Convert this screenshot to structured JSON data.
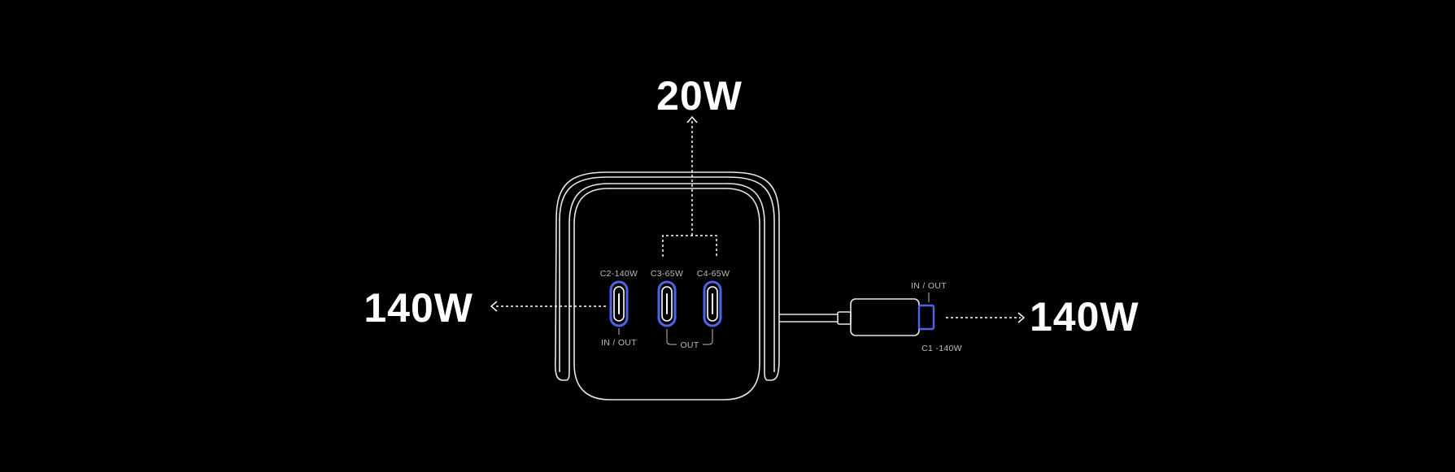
{
  "labels": {
    "top_power": "20W",
    "left_power": "140W",
    "right_power": "140W",
    "port_c2": "C2-140W",
    "port_c3": "C3-65W",
    "port_c4": "C4-65W",
    "c2_mode": "IN / OUT",
    "c3_c4_mode": "OUT",
    "c1_mode": "IN / OUT",
    "port_c1": "C1 -140W"
  },
  "colors": {
    "background": "#000000",
    "outline": "#e8e8e8",
    "port_accent": "#4f63e8"
  }
}
